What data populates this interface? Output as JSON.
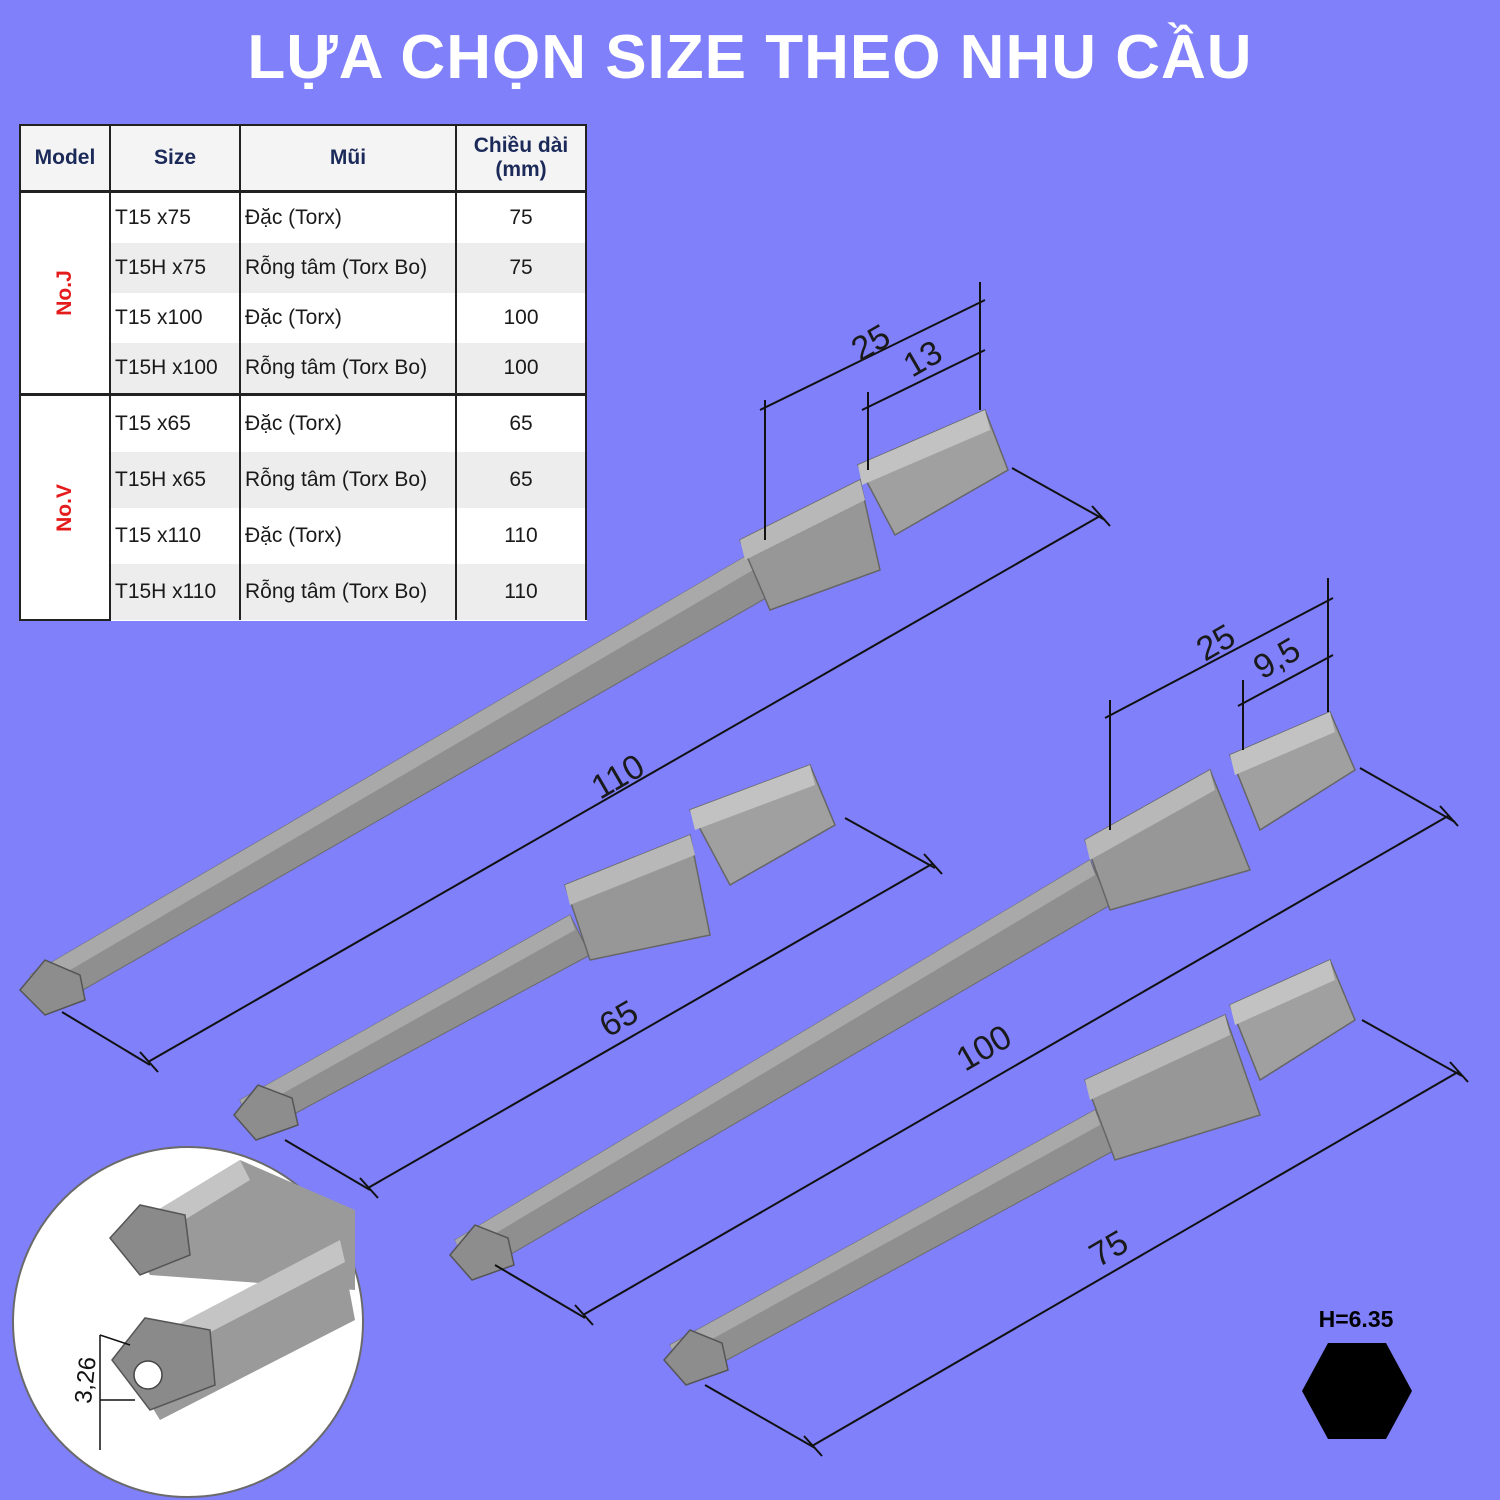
{
  "title": "LỰA CHỌN SIZE THEO NHU CẦU",
  "table": {
    "headers": [
      "Model",
      "Size",
      "Mũi",
      "Chiều dài (mm)"
    ],
    "groups": [
      {
        "model": "No.J",
        "rows": [
          {
            "size": "T15 x75",
            "tip": "Đặc (Torx)",
            "length": "75"
          },
          {
            "size": "T15H x75",
            "tip": "Rỗng tâm (Torx Bo)",
            "length": "75"
          },
          {
            "size": "T15 x100",
            "tip": "Đặc (Torx)",
            "length": "100"
          },
          {
            "size": "T15H x100",
            "tip": "Rỗng tâm (Torx Bo)",
            "length": "100"
          }
        ]
      },
      {
        "model": "No.V",
        "rows": [
          {
            "size": "T15 x65",
            "tip": "Đặc (Torx)",
            "length": "65"
          },
          {
            "size": "T15H x65",
            "tip": "Rỗng tâm (Torx Bo)",
            "length": "65"
          },
          {
            "size": "T15 x110",
            "tip": "Đặc (Torx)",
            "length": "110"
          },
          {
            "size": "T15H x110",
            "tip": "Rỗng tâm (Torx Bo)",
            "length": "110"
          }
        ]
      }
    ]
  },
  "dimensions": {
    "bit_110": {
      "total": "110",
      "hex": "25",
      "end": "13"
    },
    "bit_65": {
      "total": "65"
    },
    "bit_100": {
      "total": "100",
      "hex": "25",
      "end": "9,5"
    },
    "bit_75": {
      "total": "75"
    }
  },
  "inset_dimension": "3,26",
  "hex_label": "H=6.35",
  "colors": {
    "background": "#8080fb",
    "model_label": "#e51b1b",
    "header_text": "#1c2a5a",
    "bit": "#8c8c8c"
  }
}
